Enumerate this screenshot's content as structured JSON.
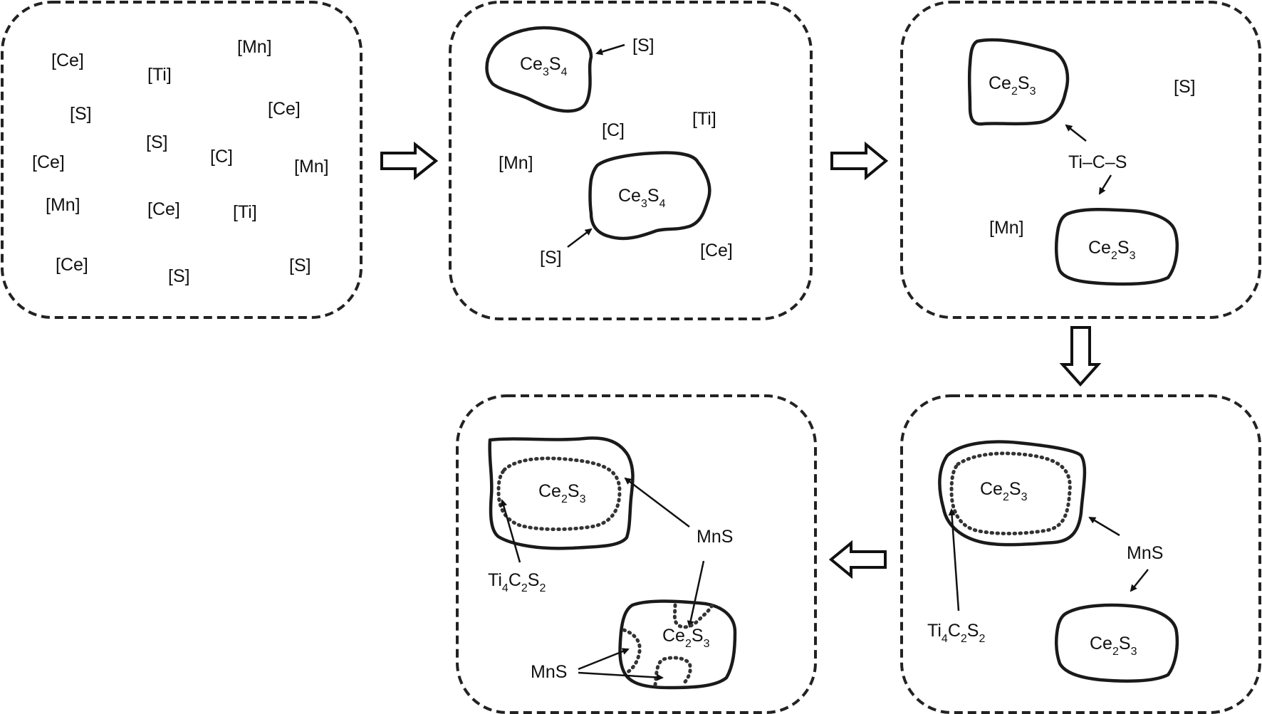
{
  "panels": {
    "p1": {
      "labels": [
        "[Ce]",
        "[Ti]",
        "[Mn]",
        "[S]",
        "[Ce]",
        "[S]",
        "[C]",
        "[Ce]",
        "[Mn]",
        "[Mn]",
        "[Ce]",
        "[Ti]",
        "[Ce]",
        "[S]",
        "[S]"
      ]
    },
    "p2": {
      "particle_top": {
        "base1": "Ce",
        "sub1": "3",
        "base2": "S",
        "sub2": "4"
      },
      "particle_bottom": {
        "base1": "Ce",
        "sub1": "3",
        "base2": "S",
        "sub2": "4"
      },
      "labels": [
        "[S]",
        "[C]",
        "[Ti]",
        "[Mn]",
        "[S]",
        "[Ce]"
      ]
    },
    "p3": {
      "particle_top": {
        "base1": "Ce",
        "sub1": "2",
        "base2": "S",
        "sub2": "3"
      },
      "particle_bottom": {
        "base1": "Ce",
        "sub1": "2",
        "base2": "S",
        "sub2": "3"
      },
      "labels": [
        "[S]",
        "[Mn]"
      ],
      "complex": "Ti–C–S"
    },
    "p4": {
      "particle_top": {
        "base1": "Ce",
        "sub1": "2",
        "base2": "S",
        "sub2": "3"
      },
      "particle_bottom": {
        "base1": "Ce",
        "sub1": "2",
        "base2": "S",
        "sub2": "3"
      },
      "mns": "MnS",
      "ti4c2s2": {
        "a": "Ti",
        "a_sub": "4",
        "b": "C",
        "b_sub": "2",
        "c": "S",
        "c_sub": "2"
      }
    },
    "p5": {
      "particle_top": {
        "base1": "Ce",
        "sub1": "2",
        "base2": "S",
        "sub2": "3"
      },
      "particle_bottom": {
        "base1": "Ce",
        "sub1": "2",
        "base2": "S",
        "sub2": "3"
      },
      "mns_top": "MnS",
      "mns_bottom": "MnS",
      "ti4c2s2": {
        "a": "Ti",
        "a_sub": "4",
        "b": "C",
        "b_sub": "2",
        "c": "S",
        "c_sub": "2"
      }
    }
  }
}
